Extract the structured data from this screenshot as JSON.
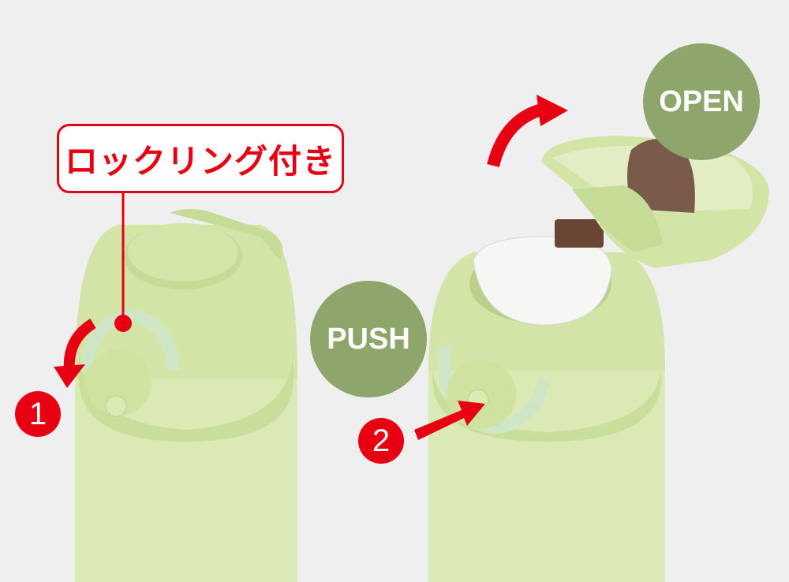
{
  "callout": {
    "label": "ロックリング付き"
  },
  "badges": {
    "open": "OPEN",
    "push": "PUSH"
  },
  "steps": {
    "one": "1",
    "two": "2"
  },
  "colors": {
    "accent": "#e60012",
    "badge": "#8ea56c",
    "bottle": "#d9e8b3",
    "background": "#efefef"
  }
}
